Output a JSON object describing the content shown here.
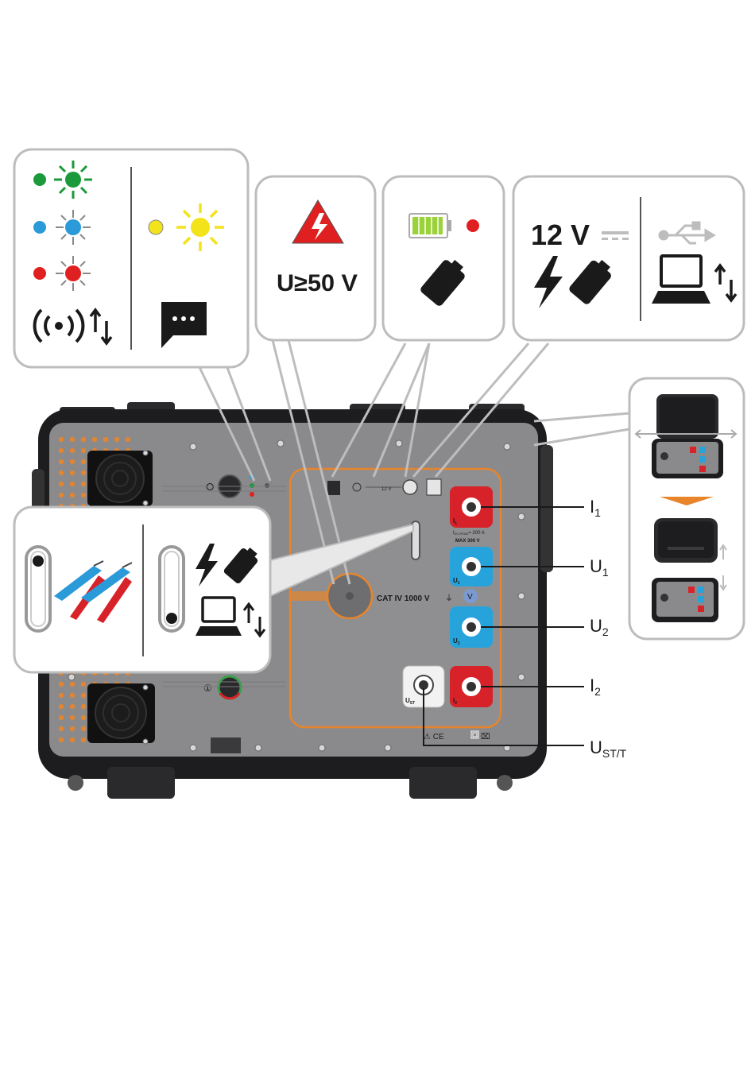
{
  "callouts": {
    "voltage_text": "U≥50 V",
    "dc_supply_text": "12 V"
  },
  "device": {
    "category_text": "CAT IV 1000 V",
    "current_rating_text": "I",
    "current_rating_sub": "DC,PEAK",
    "current_rating_value": "= 200 A",
    "max_voltage_text": "MAX 300 V",
    "dc_port_text": "12 V",
    "compliance_marks": "⚠ CE"
  },
  "terminals": [
    {
      "id": "I1",
      "main": "I",
      "sub": "1"
    },
    {
      "id": "U1",
      "main": "U",
      "sub": "1"
    },
    {
      "id": "U2",
      "main": "U",
      "sub": "2"
    },
    {
      "id": "I2",
      "main": "I",
      "sub": "2"
    },
    {
      "id": "UST",
      "main": "U",
      "sub": "ST/T"
    }
  ],
  "colors": {
    "green_led": "#1a9a3a",
    "blue_led": "#2a9ad8",
    "red_led": "#e02020",
    "yellow_led": "#f2e31b",
    "red_terminal": "#d8222a",
    "blue_terminal": "#27a3dc",
    "orange_accent": "#e8842a",
    "panel_grey": "#8a8a8c",
    "case_black": "#1d1d1f"
  }
}
